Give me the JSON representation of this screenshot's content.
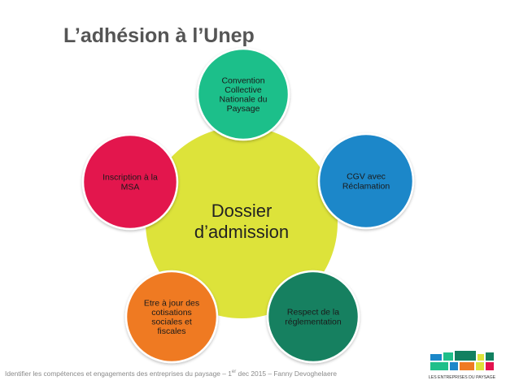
{
  "title": "L’adhésion à l’Unep",
  "center": {
    "label_lines": [
      "Dossier",
      "d’admission"
    ],
    "color": "#dde33a"
  },
  "nodes": [
    {
      "lines": [
        "Convention",
        "Collective",
        "Nationale du",
        "Paysage"
      ],
      "color": "#1fbf8a",
      "text_color": "#1a1a1a"
    },
    {
      "lines": [
        "CGV avec",
        "Réclamation"
      ],
      "color": "#1b87c9",
      "text_color": "#1a1a1a"
    },
    {
      "lines": [
        "Respect de la",
        "réglementation"
      ],
      "color": "#128060",
      "text_color": "#1a1a1a"
    },
    {
      "lines": [
        "Etre à jour des",
        "cotisations",
        "sociales et",
        "fiscales"
      ],
      "color": "#ef7a22",
      "text_color": "#1a1a1a"
    },
    {
      "lines": [
        "Inscription à la",
        "MSA"
      ],
      "color": "#e3134e",
      "text_color": "#1a1a1a"
    }
  ],
  "footer": {
    "text_before_sup": "Identifier les compétences et engagements des entreprises du paysage – 1",
    "sup": "er",
    "text_after_sup": " dec 2015 – Fanny Devoghelaere"
  },
  "logo": {
    "caption": "LES ENTREPRISES DU PAYSAGE",
    "colors": [
      "#1b87c9",
      "#1fbf8a",
      "#128060",
      "#dde33a",
      "#ef7a22",
      "#e3134e"
    ]
  }
}
